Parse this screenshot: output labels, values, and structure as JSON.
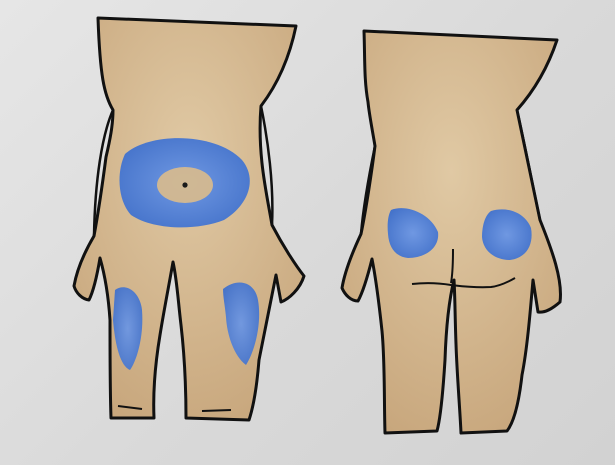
{
  "image": {
    "colors": {
      "paper": "#d9d9d9",
      "skin": "#c8a77d",
      "skin_light": "#e0c9a4",
      "outline": "#111111",
      "injection_zone": "#4a7bd6"
    },
    "figures": [
      {
        "view": "front",
        "zones": [
          "abdomen",
          "left-thigh",
          "right-thigh"
        ]
      },
      {
        "view": "back",
        "zones": [
          "left-buttock",
          "right-buttock"
        ]
      }
    ]
  }
}
